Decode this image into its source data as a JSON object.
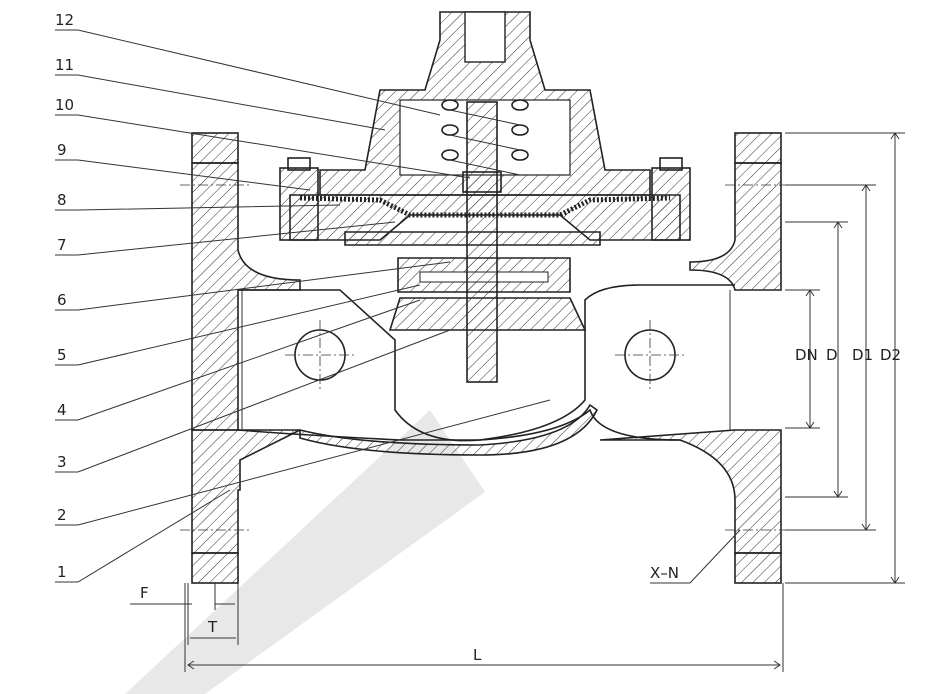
{
  "part_labels": [
    "12",
    "11",
    "10",
    "9",
    "8",
    "7",
    "6",
    "5",
    "4",
    "3",
    "2",
    "1"
  ],
  "dimensions": {
    "dn": "DN",
    "d": "D",
    "d1": "D1",
    "d2": "D2",
    "f": "F",
    "t": "T",
    "l": "L",
    "xn": "X–N"
  },
  "colors": {
    "line": "#222222",
    "watermark": "#e6e6e6"
  }
}
